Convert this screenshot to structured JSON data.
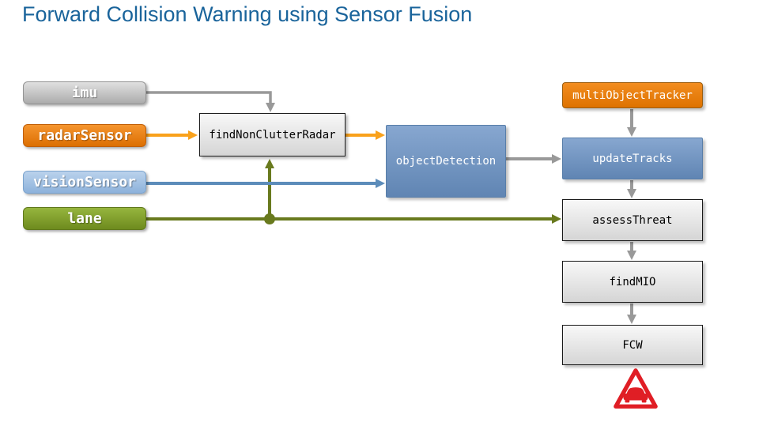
{
  "title": "Forward Collision Warning using Sensor Fusion",
  "diagram": {
    "sources": [
      {
        "label": "imu"
      },
      {
        "label": "radarSensor"
      },
      {
        "label": "visionSensor"
      },
      {
        "label": "lane"
      }
    ],
    "nodes": [
      {
        "label": "findNonClutterRadar"
      },
      {
        "label": "objectDetection"
      },
      {
        "label": "multiObjectTracker"
      },
      {
        "label": "updateTracks"
      },
      {
        "label": "assessThreat"
      },
      {
        "label": "findMIO"
      },
      {
        "label": "FCW"
      }
    ],
    "icons": [
      {
        "name": "car-warning-triangle-icon"
      }
    ],
    "colors": {
      "title_text": "#1A649B",
      "gray_connector": "#999999",
      "orange_connector": "#F9A11B",
      "blue_connector": "#5C8CBA",
      "olive_connector": "#697A1E",
      "warning_red": "#E01E25",
      "orange_node": "#E88017",
      "blue_node": "#7296C4",
      "olive_node": "#7E9A2E",
      "gray_node": "#C9C9C9"
    }
  }
}
